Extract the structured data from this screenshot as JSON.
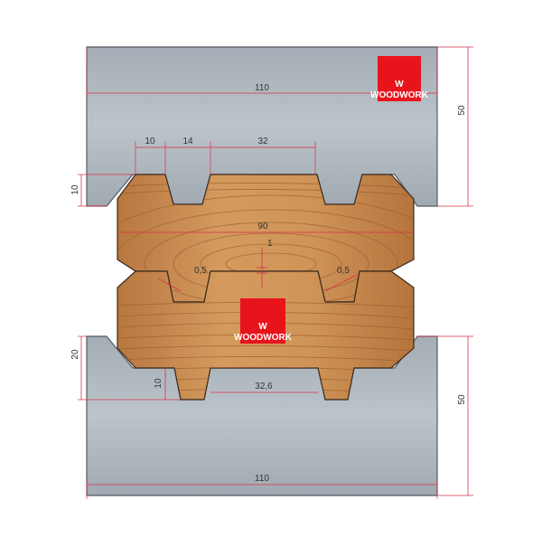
{
  "brand": {
    "letter": "W",
    "name": "WOODWORK",
    "color": "#e8141c"
  },
  "colors": {
    "steel": "#a9b2ba",
    "wood": "#c98a4e",
    "dimension": "#d9304a"
  },
  "dimensions": {
    "top_width": "110",
    "top_height": "50",
    "top_groove_depth": "10",
    "top_tooth_1": "10",
    "top_tooth_2": "14",
    "top_groove": "32",
    "log_width": "90",
    "center_gap": "1",
    "chamfer_left": "0,5",
    "chamfer_right": "0,5",
    "bottom_groove_depth_outer": "20",
    "bottom_groove_depth_inner": "10",
    "bottom_groove": "32,6",
    "bottom_width": "110",
    "bottom_height": "50"
  }
}
